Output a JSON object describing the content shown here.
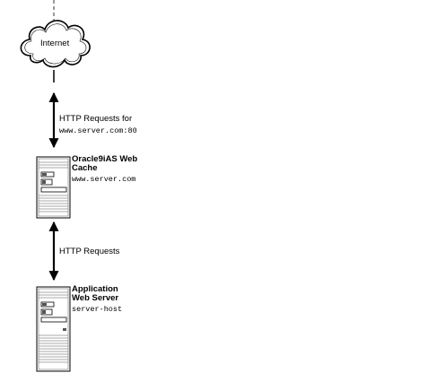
{
  "internet": {
    "label": "Internet"
  },
  "link_upper": {
    "label_line1": "HTTP Requests for",
    "label_line2": "www.server.com:80"
  },
  "web_cache": {
    "name_line1": "Oracle9iAS Web",
    "name_line2": "Cache",
    "host": "www.server.com"
  },
  "link_lower": {
    "label": "HTTP Requests"
  },
  "app_server": {
    "name_line1": "Application",
    "name_line2": "Web Server",
    "host": "server-host"
  },
  "colors": {
    "line": "#000000",
    "dashed_line": "#9a9a9a",
    "server_body": "#ffffff",
    "server_detail": "#555555"
  }
}
